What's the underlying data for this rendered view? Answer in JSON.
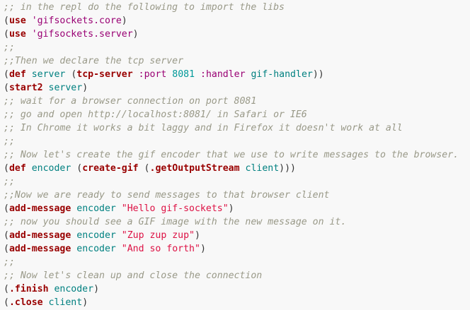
{
  "colors": {
    "background": "#f8f8f8",
    "plain": "#333333",
    "keyword": "#990000",
    "symbol": "#990073",
    "variable": "#008080",
    "number": "#009999",
    "string": "#dd1144",
    "comment": "#999988"
  },
  "token_types": {
    "p": "plain",
    "kw": "keyword-function",
    "sym": "symbol",
    "var": "variable",
    "num": "number",
    "str": "string",
    "com": "comment"
  },
  "code": {
    "lines": [
      [
        {
          "c": "com",
          "t": ";; in the repl do the following to import the libs"
        }
      ],
      [
        {
          "c": "p",
          "t": "("
        },
        {
          "c": "kw",
          "t": "use"
        },
        {
          "c": "p",
          "t": " "
        },
        {
          "c": "sym",
          "t": "'gifsockets.core"
        },
        {
          "c": "p",
          "t": ")"
        }
      ],
      [
        {
          "c": "p",
          "t": "("
        },
        {
          "c": "kw",
          "t": "use"
        },
        {
          "c": "p",
          "t": " "
        },
        {
          "c": "sym",
          "t": "'gifsockets.server"
        },
        {
          "c": "p",
          "t": ")"
        }
      ],
      [
        {
          "c": "com",
          "t": ";;"
        }
      ],
      [
        {
          "c": "com",
          "t": ";;Then we declare the tcp server"
        }
      ],
      [
        {
          "c": "p",
          "t": "("
        },
        {
          "c": "kw",
          "t": "def"
        },
        {
          "c": "p",
          "t": " "
        },
        {
          "c": "var",
          "t": "server"
        },
        {
          "c": "p",
          "t": " ("
        },
        {
          "c": "kw",
          "t": "tcp-server"
        },
        {
          "c": "p",
          "t": " "
        },
        {
          "c": "sym",
          "t": ":port"
        },
        {
          "c": "p",
          "t": " "
        },
        {
          "c": "num",
          "t": "8081"
        },
        {
          "c": "p",
          "t": " "
        },
        {
          "c": "sym",
          "t": ":handler"
        },
        {
          "c": "p",
          "t": " "
        },
        {
          "c": "var",
          "t": "gif-handler"
        },
        {
          "c": "p",
          "t": "))"
        }
      ],
      [
        {
          "c": "p",
          "t": "("
        },
        {
          "c": "kw",
          "t": "start2"
        },
        {
          "c": "p",
          "t": " "
        },
        {
          "c": "var",
          "t": "server"
        },
        {
          "c": "p",
          "t": ")"
        }
      ],
      [
        {
          "c": "com",
          "t": ";; wait for a browser connection on port 8081"
        }
      ],
      [
        {
          "c": "com",
          "t": ";; go and open http://localhost:8081/ in Safari or IE6"
        }
      ],
      [
        {
          "c": "com",
          "t": ";; In Chrome it works a bit laggy and in Firefox it doesn't work at all"
        }
      ],
      [
        {
          "c": "com",
          "t": ";;"
        }
      ],
      [
        {
          "c": "com",
          "t": ";; Now let's create the gif encoder that we use to write messages to the browser."
        }
      ],
      [
        {
          "c": "p",
          "t": "("
        },
        {
          "c": "kw",
          "t": "def"
        },
        {
          "c": "p",
          "t": " "
        },
        {
          "c": "var",
          "t": "encoder"
        },
        {
          "c": "p",
          "t": " ("
        },
        {
          "c": "kw",
          "t": "create-gif"
        },
        {
          "c": "p",
          "t": " ("
        },
        {
          "c": "kw",
          "t": ".getOutputStream"
        },
        {
          "c": "p",
          "t": " "
        },
        {
          "c": "var",
          "t": "client"
        },
        {
          "c": "p",
          "t": ")))"
        }
      ],
      [
        {
          "c": "com",
          "t": ";;"
        }
      ],
      [
        {
          "c": "com",
          "t": ";;Now we are ready to send messages to that browser client"
        }
      ],
      [
        {
          "c": "p",
          "t": "("
        },
        {
          "c": "kw",
          "t": "add-message"
        },
        {
          "c": "p",
          "t": " "
        },
        {
          "c": "var",
          "t": "encoder"
        },
        {
          "c": "p",
          "t": " "
        },
        {
          "c": "str",
          "t": "\"Hello gif-sockets\""
        },
        {
          "c": "p",
          "t": ")"
        }
      ],
      [
        {
          "c": "com",
          "t": ";; now you should see a GIF image with the new message on it."
        }
      ],
      [
        {
          "c": "p",
          "t": "("
        },
        {
          "c": "kw",
          "t": "add-message"
        },
        {
          "c": "p",
          "t": " "
        },
        {
          "c": "var",
          "t": "encoder"
        },
        {
          "c": "p",
          "t": " "
        },
        {
          "c": "str",
          "t": "\"Zup zup zup\""
        },
        {
          "c": "p",
          "t": ")"
        }
      ],
      [
        {
          "c": "p",
          "t": "("
        },
        {
          "c": "kw",
          "t": "add-message"
        },
        {
          "c": "p",
          "t": " "
        },
        {
          "c": "var",
          "t": "encoder"
        },
        {
          "c": "p",
          "t": " "
        },
        {
          "c": "str",
          "t": "\"And so forth\""
        },
        {
          "c": "p",
          "t": ")"
        }
      ],
      [
        {
          "c": "com",
          "t": ";;"
        }
      ],
      [
        {
          "c": "com",
          "t": ";; Now let's clean up and close the connection"
        }
      ],
      [
        {
          "c": "p",
          "t": "("
        },
        {
          "c": "kw",
          "t": ".finish"
        },
        {
          "c": "p",
          "t": " "
        },
        {
          "c": "var",
          "t": "encoder"
        },
        {
          "c": "p",
          "t": ")"
        }
      ],
      [
        {
          "c": "p",
          "t": "("
        },
        {
          "c": "kw",
          "t": ".close"
        },
        {
          "c": "p",
          "t": " "
        },
        {
          "c": "var",
          "t": "client"
        },
        {
          "c": "p",
          "t": ")"
        }
      ]
    ]
  }
}
